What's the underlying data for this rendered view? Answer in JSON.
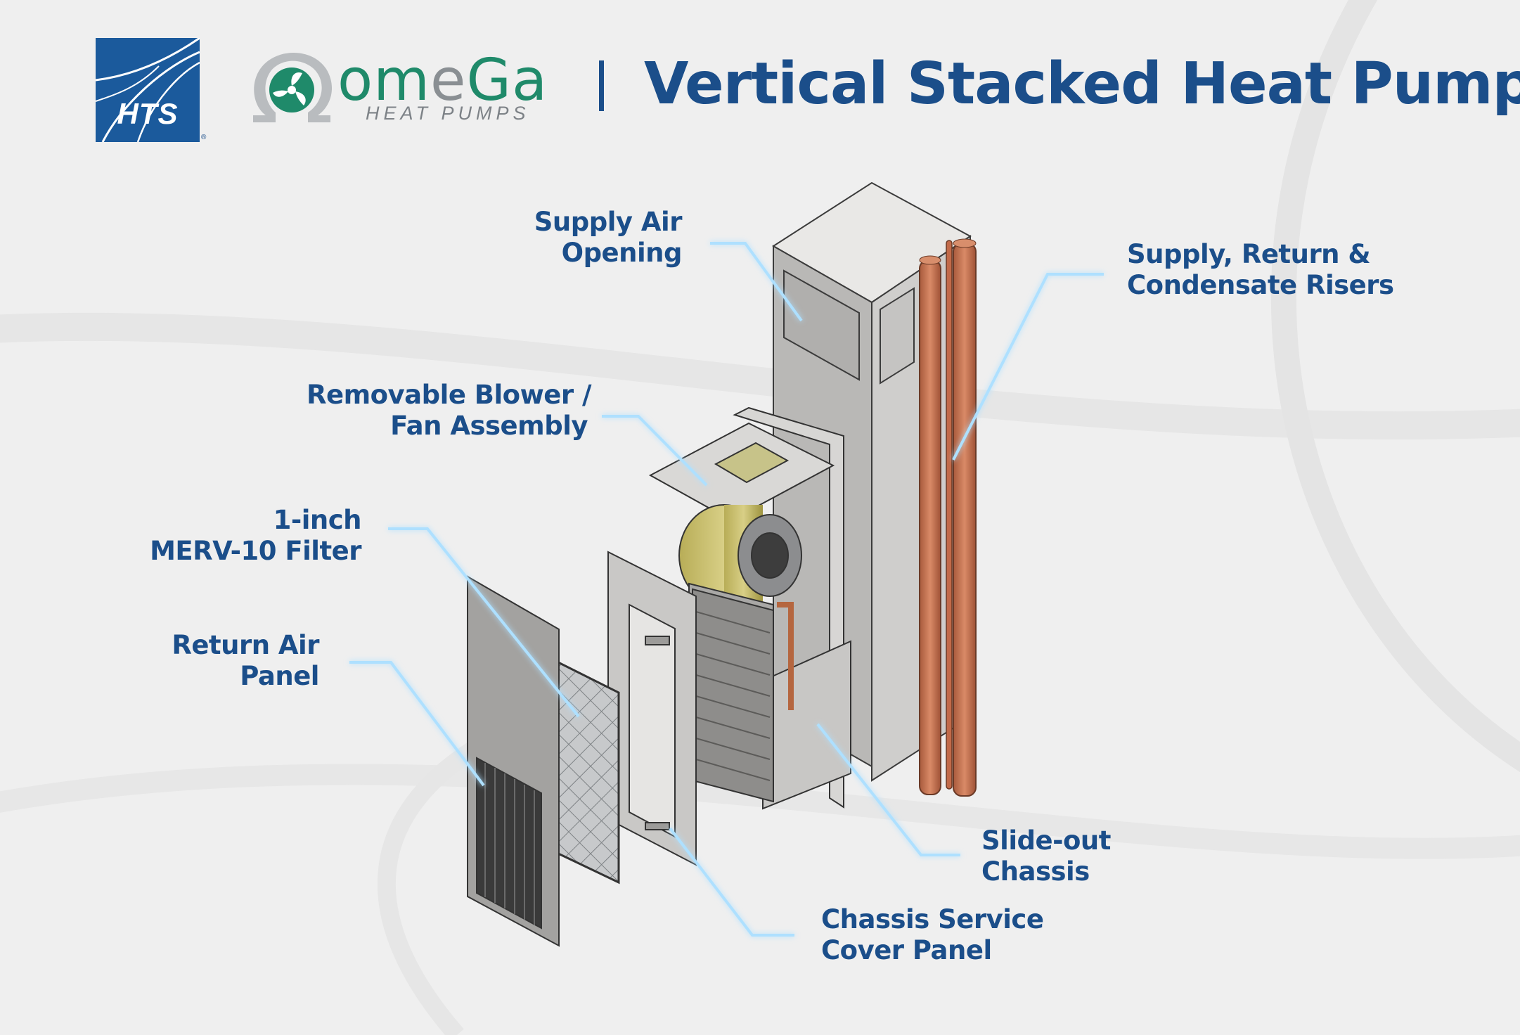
{
  "header": {
    "hts_logo_text": "HTS",
    "hts_reg": "®",
    "omega_word": "om",
    "omega_word_e": "e",
    "omega_word_end": "Ga",
    "omega_sub": "HEAT PUMPS",
    "title": "Vertical Stacked Heat Pump"
  },
  "labels": {
    "supply_air": [
      "Supply Air",
      "Opening"
    ],
    "risers": [
      "Supply, Return &",
      "Condensate Risers"
    ],
    "blower": [
      "Removable Blower /",
      "Fan Assembly"
    ],
    "filter": [
      "1-inch",
      "MERV-10 Filter"
    ],
    "return_panel": [
      "Return Air",
      "Panel"
    ],
    "slide_out": [
      "Slide-out",
      "Chassis"
    ],
    "chassis_cover": [
      "Chassis Service",
      "Cover Panel"
    ]
  },
  "colors": {
    "brand_blue": "#1b4e8a",
    "omega_green": "#1f8a6a",
    "leader_glow": "#9fd8ff",
    "copper": "#c9704f",
    "background": "#efefef"
  }
}
